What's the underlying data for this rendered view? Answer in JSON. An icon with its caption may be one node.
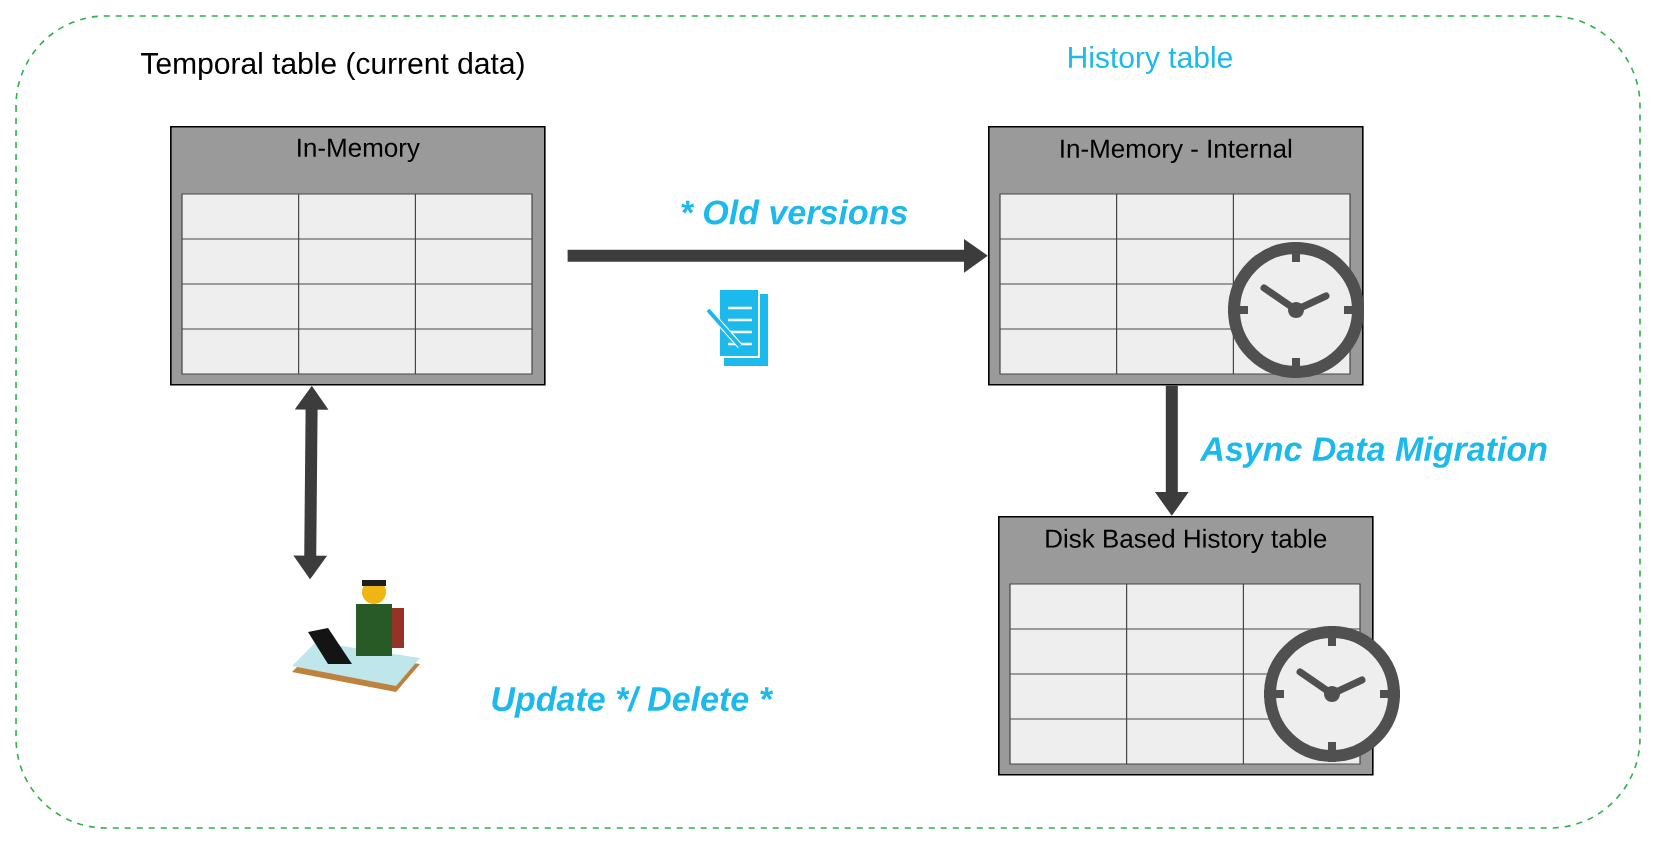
{
  "diagram": {
    "nodes": [
      {
        "text": [
          "In-Memory"
        ]
      },
      {
        "text": [
          "In-Memory - Internal"
        ]
      },
      {
        "text": [
          "Disk Based History table"
        ]
      },
      {
        "text": [],
        "shape": "person",
        "beside": [
          "Update */ Delete *"
        ]
      }
    ],
    "edges": [
      {
        "from": 0,
        "to": 1,
        "arrow": "to",
        "label": "* Old versions"
      },
      {
        "from": 1,
        "to": 2,
        "arrow": "to",
        "label": "Async Data Migration"
      },
      {
        "from": 0,
        "to": 3,
        "arrow": "both"
      }
    ],
    "labels": [
      "Temporal table (current data)",
      "History table"
    ]
  }
}
